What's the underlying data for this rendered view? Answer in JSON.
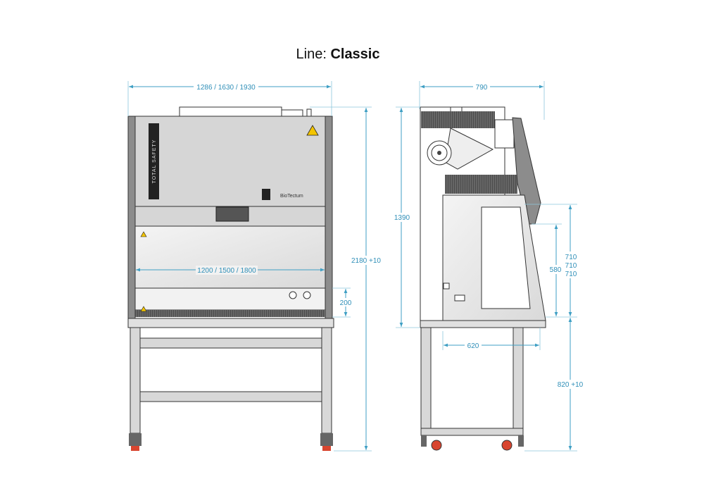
{
  "title": {
    "prefix": "Line:",
    "name": "Classic"
  },
  "front_view": {
    "width_dim": "1286 / 1630 / 1930",
    "inner_width_dim": "1200 / 1500 / 1800",
    "opening_dim": "200",
    "height_dim": "2180 +10",
    "panel_label": "TOTAL SAFETY",
    "brand": "BioTectum"
  },
  "side_view": {
    "depth_dim": "790",
    "body_height_dim": "1390",
    "work_depth_dim": "620",
    "sash_dim": "580",
    "front_dims": [
      "710",
      "710",
      "710"
    ],
    "stand_height_dim": "820 +10"
  },
  "colors": {
    "dimension": "#3f9fc4",
    "body": "#d6d6d6",
    "post": "#8c8c8c",
    "caster": "#d8452f"
  }
}
